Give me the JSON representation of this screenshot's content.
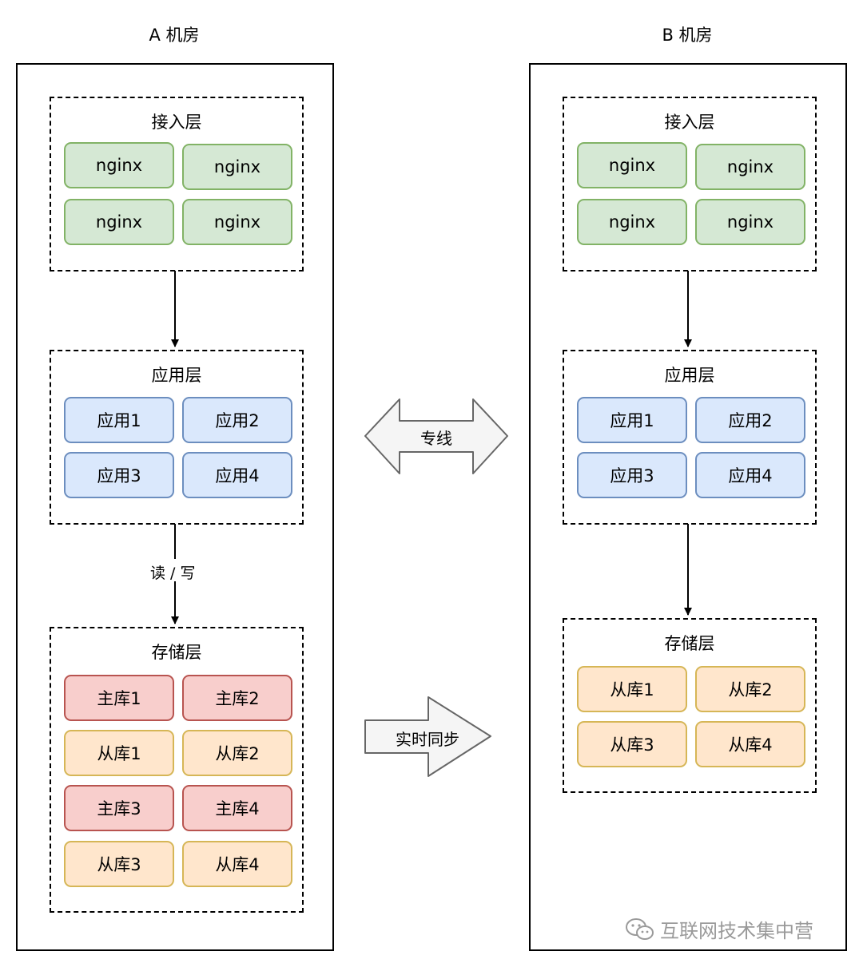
{
  "rooms": {
    "a": {
      "title": "A 机房",
      "access": {
        "label": "接入层",
        "nodes": [
          "nginx",
          "nginx",
          "nginx",
          "nginx"
        ]
      },
      "app": {
        "label": "应用层",
        "nodes": [
          "应用1",
          "应用2",
          "应用3",
          "应用4"
        ]
      },
      "storage": {
        "label": "存储层",
        "nodes": [
          "主库1",
          "主库2",
          "从库1",
          "从库2",
          "主库3",
          "主库4",
          "从库3",
          "从库4"
        ]
      },
      "edge_label": "读 / 写"
    },
    "b": {
      "title": "B 机房",
      "access": {
        "label": "接入层",
        "nodes": [
          "nginx",
          "nginx",
          "nginx",
          "nginx"
        ]
      },
      "app": {
        "label": "应用层",
        "nodes": [
          "应用1",
          "应用2",
          "应用3",
          "应用4"
        ]
      },
      "storage": {
        "label": "存储层",
        "nodes": [
          "从库1",
          "从库2",
          "从库3",
          "从库4"
        ]
      }
    }
  },
  "links": {
    "dedicated_line": "专线",
    "realtime_sync": "实时同步"
  },
  "watermark": "互联网技术集中营",
  "colors": {
    "access": "#d5e8d4",
    "app": "#dae8fc",
    "master": "#f8cecc",
    "slave": "#ffe6cc"
  }
}
